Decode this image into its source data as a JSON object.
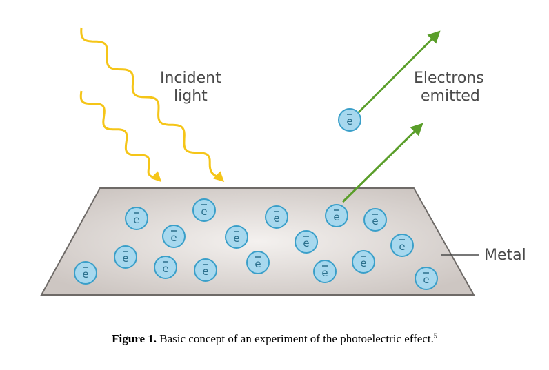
{
  "labels": {
    "incident_line1": "Incident",
    "incident_line2": "light",
    "emitted_line1": "Electrons",
    "emitted_line2": "emitted",
    "metal": "Metal"
  },
  "electron_symbol": "e",
  "caption": {
    "figure_label": "Figure 1.",
    "text": " Basic concept of an experiment of the photoelectric effect.",
    "footnote": "5"
  },
  "colors": {
    "light_wave": "#f5c518",
    "electron_fill": "#a7d8ee",
    "electron_stroke": "#3a9fc9",
    "emission_arrow": "#5a9e2a",
    "metal_fill": "#cdc6c2",
    "metal_stroke": "#6e6a67"
  }
}
